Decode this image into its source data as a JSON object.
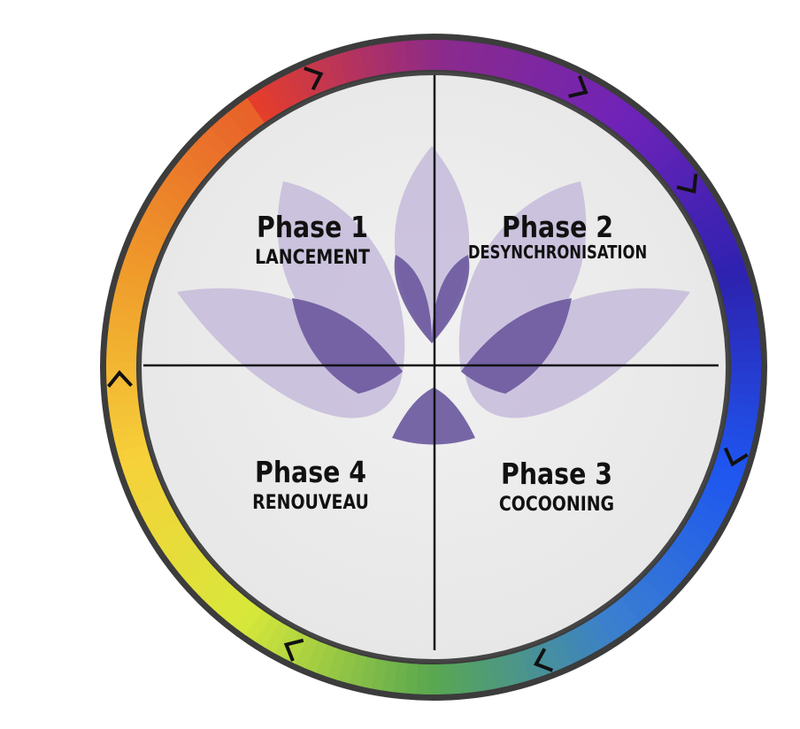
{
  "phases": [
    {
      "title": "Phase 1",
      "subtitle": "LANCEMENT"
    },
    {
      "title": "Phase 2",
      "subtitle": "DESYNCHRONISATION"
    },
    {
      "title": "Phase 3",
      "subtitle": "COCOONING"
    },
    {
      "title": "Phase 4",
      "subtitle": "RENOUVEAU"
    }
  ],
  "colors": {
    "ring_gradient": [
      "#e53d2b",
      "#8a2a8c",
      "#6f23b8",
      "#2d22b0",
      "#1e56f0",
      "#3a7fd0",
      "#5aa84e",
      "#d7e83a",
      "#f6d13a",
      "#ef9a2a",
      "#e8622a"
    ],
    "inner_disc": "#ededed",
    "lotus_light": "#c9c0dc",
    "lotus_dark": "#6d5a9e",
    "outline": "#3a3a3a",
    "divider": "#111111"
  },
  "icons": [
    "ring-chevron-marker"
  ]
}
